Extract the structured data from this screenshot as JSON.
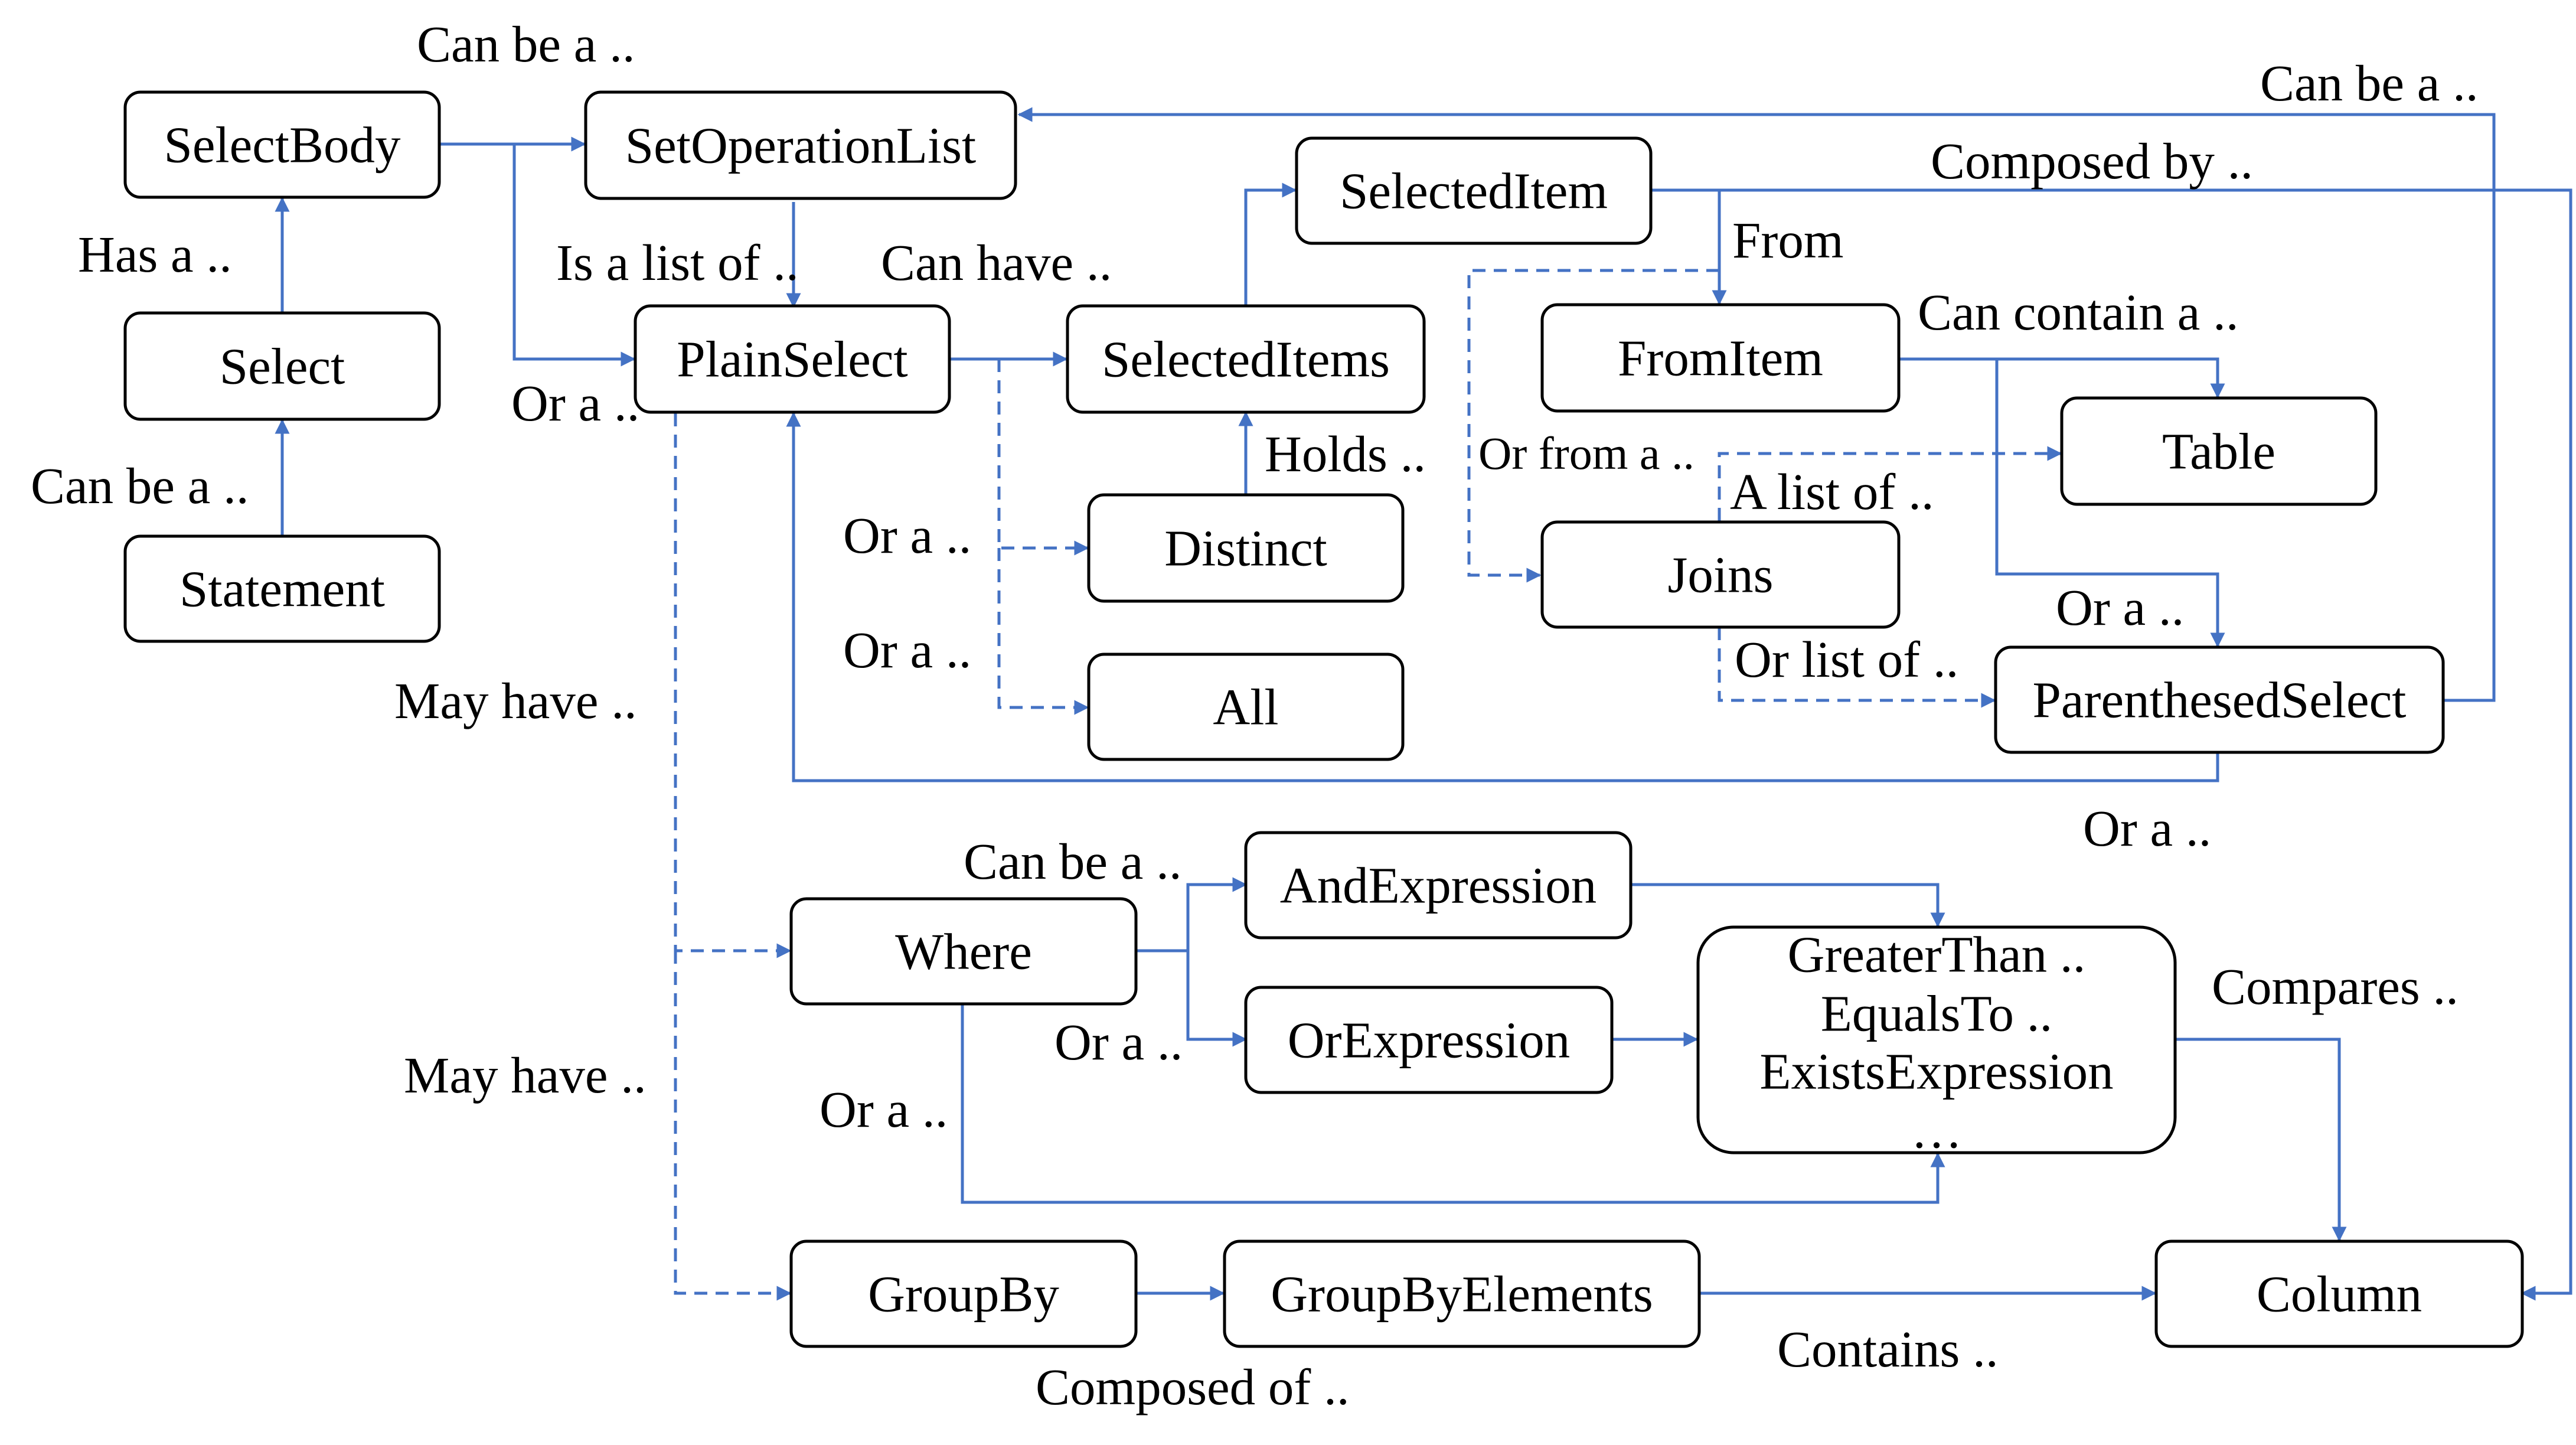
{
  "nodes": {
    "statement": "Statement",
    "select": "Select",
    "selectbody": "SelectBody",
    "setoperationlist": "SetOperationList",
    "plainselect": "PlainSelect",
    "selecteditems": "SelectedItems",
    "selecteditem": "SelectedItem",
    "distinct": "Distinct",
    "all": "All",
    "fromitem": "FromItem",
    "table": "Table",
    "joins": "Joins",
    "parenthesedselect": "ParenthesedSelect",
    "where": "Where",
    "andexpression": "AndExpression",
    "orexpression": "OrExpression",
    "comparison": [
      "GreaterThan ..",
      "EqualsTo ..",
      "ExistsExpression",
      "…"
    ],
    "groupby": "GroupBy",
    "groupbyelements": "GroupByElements",
    "column": "Column"
  },
  "labels": {
    "can_be_a_top": "Can be a ..",
    "can_be_a_right": "Can be a ..",
    "has_a": "Has a ..",
    "can_be_a_left": "Can be a ..",
    "is_a_list_of": "Is a list of ..",
    "can_have": "Can have ..",
    "or_a_plain": "Or a ..",
    "composed_by": "Composed by ..",
    "from": "From",
    "can_contain_a": "Can contain a ..",
    "holds": "Holds ..",
    "or_from_a": "Or from a ..",
    "a_list_of": "A list of ..",
    "or_a_distinct": "Or a ..",
    "or_a_all": "Or a ..",
    "or_a_paren": "Or a ..",
    "or_list_of": "Or list of ..",
    "or_a_bottom": "Or a ..",
    "may_have_1": "May have ..",
    "may_have_2": "May have ..",
    "can_be_a_where": "Can be a ..",
    "or_a_or": "Or a ..",
    "or_a_where": "Or a ..",
    "compares": "Compares ..",
    "contains": "Contains ..",
    "composed_of": "Composed of .."
  },
  "colors": {
    "edge": "#4472C4",
    "node_border": "#000000"
  }
}
